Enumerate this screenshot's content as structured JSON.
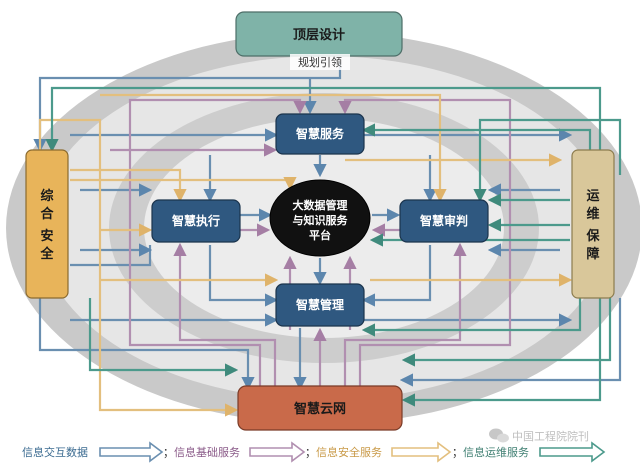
{
  "nodes": {
    "top_design": "顶层设计",
    "guide": "规划引领",
    "smart_service": "智慧服务",
    "smart_execution": "智慧执行",
    "smart_review": "智慧审判",
    "smart_management": "智慧管理",
    "smart_cloud": "智慧云网",
    "comprehensive_security": [
      "综",
      "合",
      "安",
      "全"
    ],
    "ops_support": [
      "运",
      "维",
      "保",
      "障"
    ],
    "core": [
      "大数据管理",
      "与知识服务",
      "平台"
    ]
  },
  "legend": [
    {
      "label": "信息交互数据",
      "color": "#6a8fb0",
      "separator": "；"
    },
    {
      "label": "信息基础服务",
      "color": "#b18fb0",
      "separator": "；"
    },
    {
      "label": "信息安全服务",
      "color": "#e3bf7e",
      "separator": "；"
    },
    {
      "label": "信息运维服务",
      "color": "#4c9a8c",
      "separator": ""
    }
  ],
  "watermark": "中国工程院院刊",
  "colors": {
    "top_design": "#7fb3a8",
    "service_nodes": "#2f5880",
    "cloud": "#c96a4a",
    "security": "#e8b45a",
    "ops": "#d9c79a",
    "core": "#111111",
    "interaction": "#6a8fb0",
    "basic": "#b18fb0",
    "safety": "#e3bf7e",
    "ops_line": "#4c9a8c"
  }
}
